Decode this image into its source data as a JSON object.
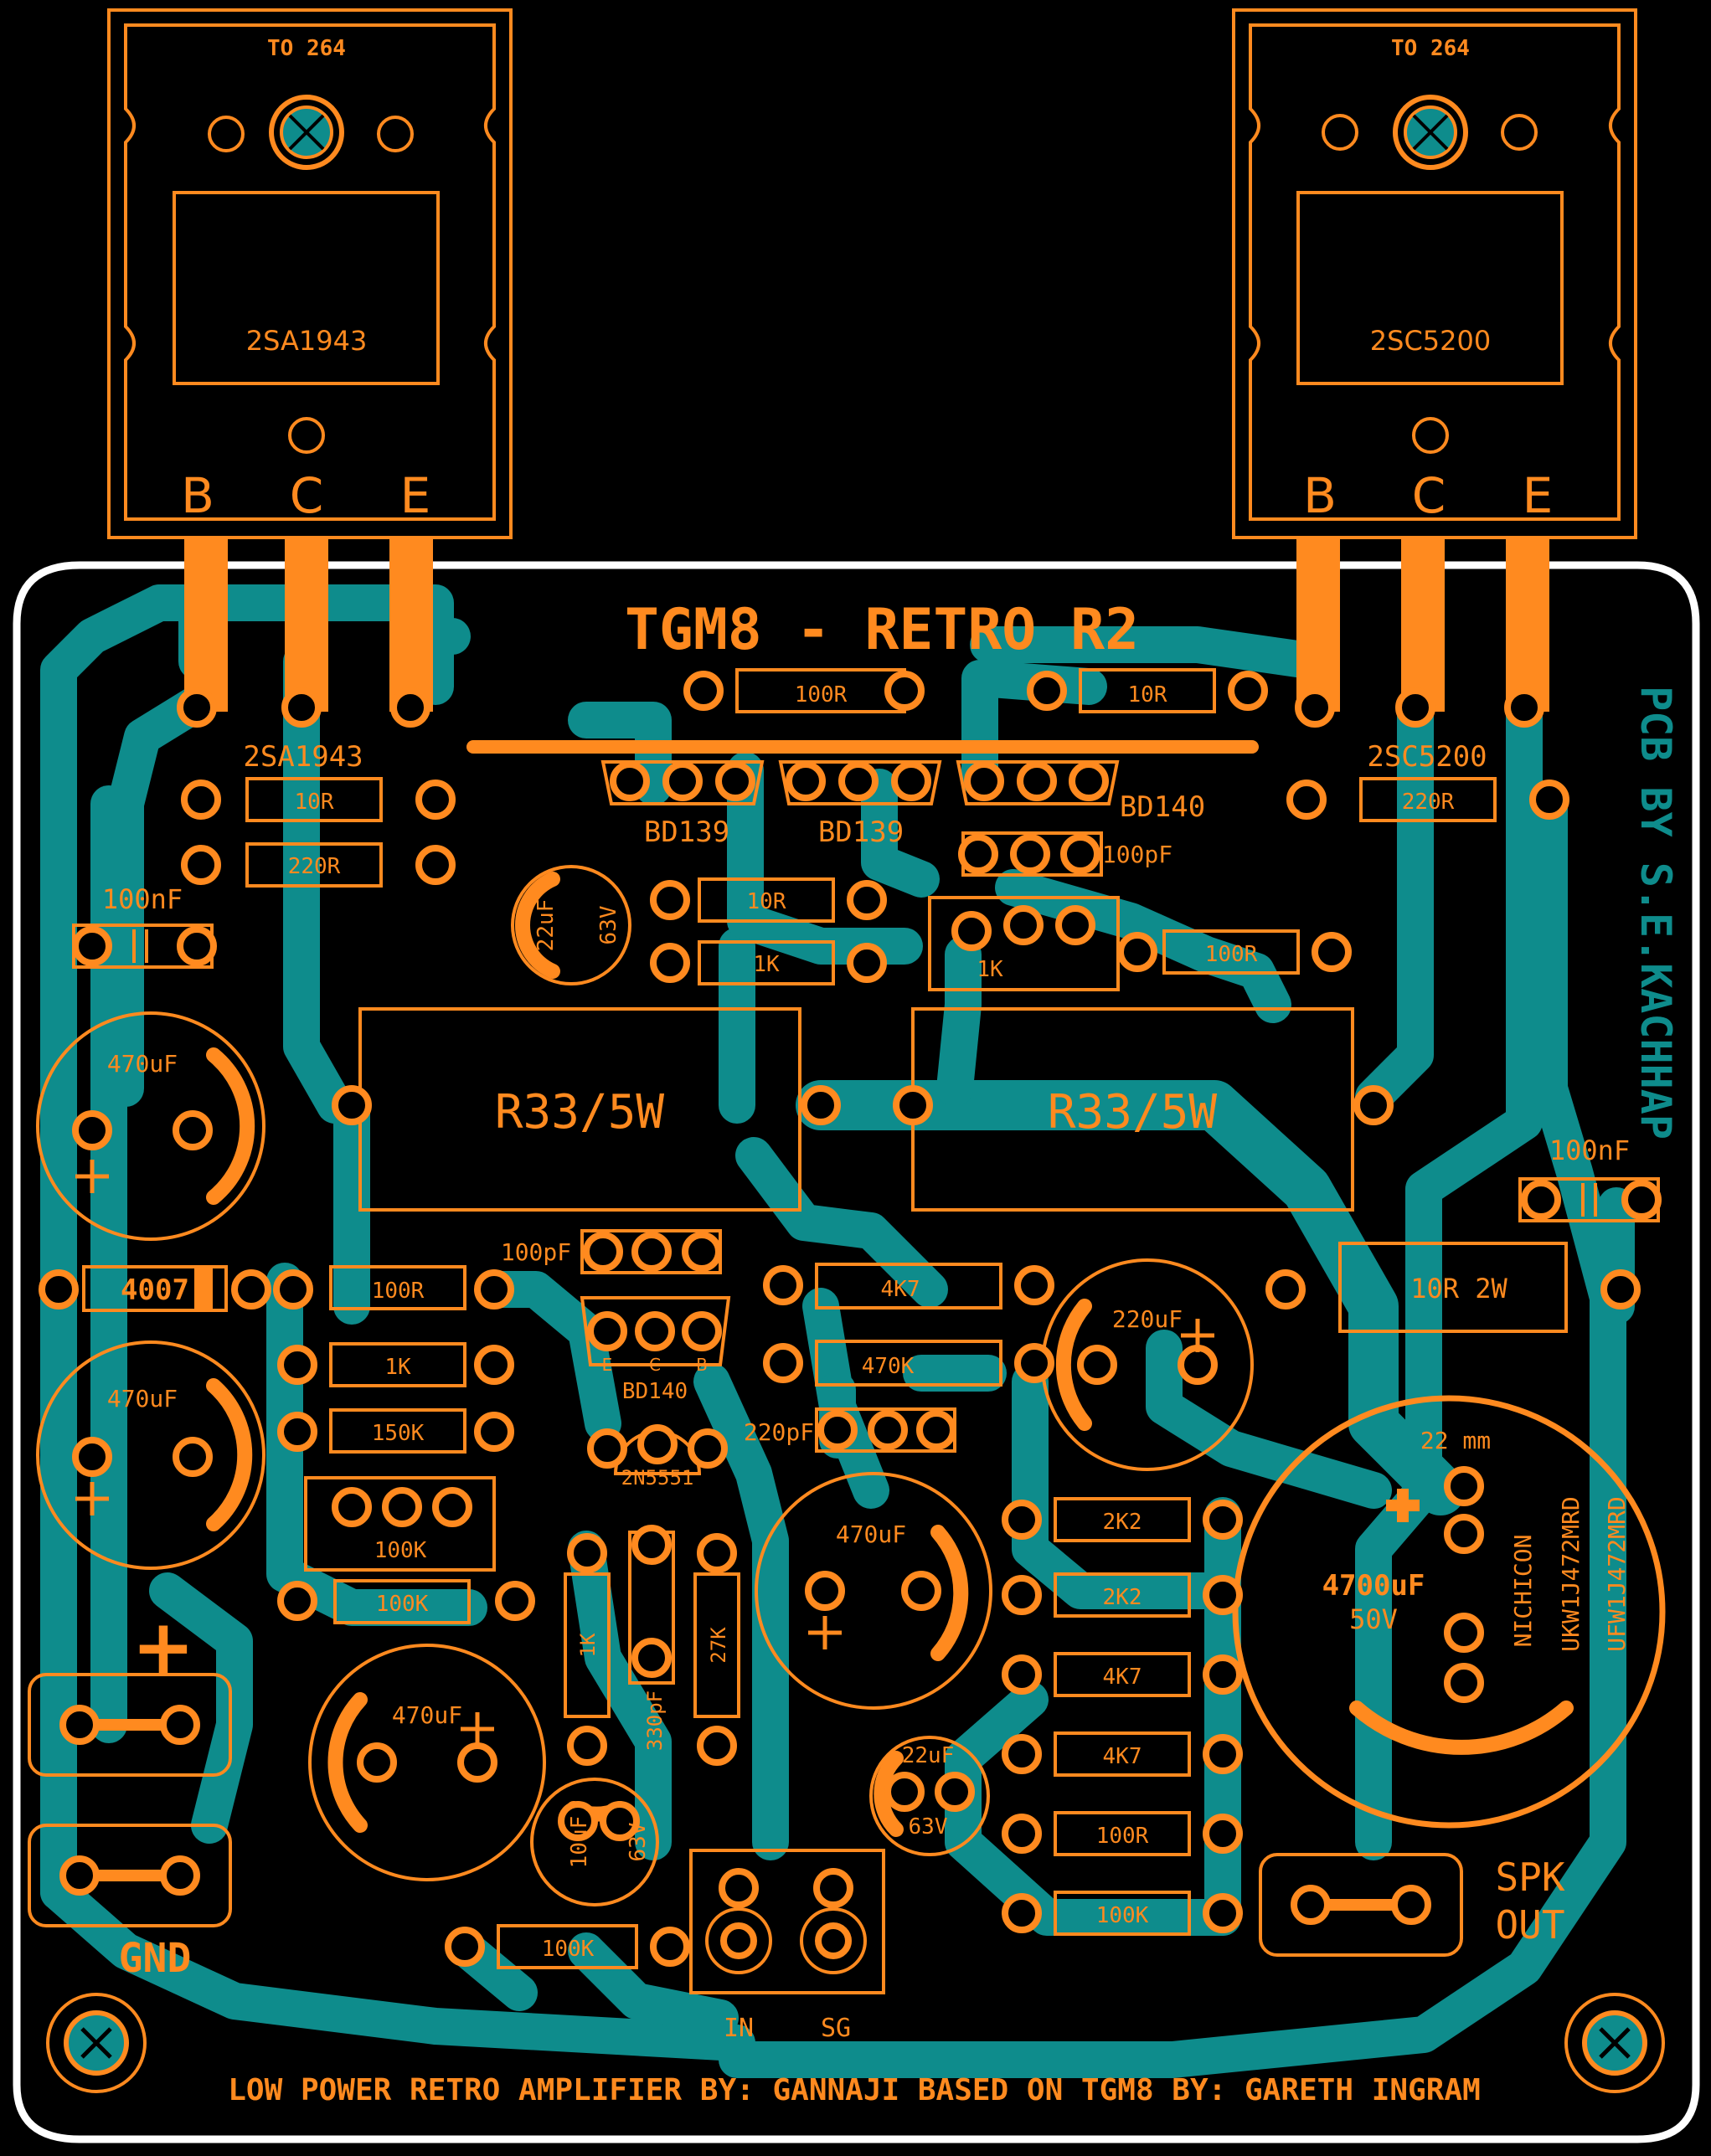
{
  "colors": {
    "background": "#000000",
    "trace": "#0E8C8C",
    "silk": "#FF8A1F",
    "outline": "#FFFFFF"
  },
  "title": "TGM8 - RETRO R2",
  "credit_vertical": "PCB BY S.E.KACHHAP",
  "footer": "LOW POWER RETRO AMPLIFIER BY:  GANNAJI     BASED ON TGM8 BY: GARETH INGRAM",
  "transistors": {
    "left": {
      "package": "TO 264",
      "part": "2SA1943",
      "pins": [
        "B",
        "C",
        "E"
      ]
    },
    "right": {
      "package": "TO 264",
      "part": "2SC5200",
      "pins": [
        "B",
        "C",
        "E"
      ]
    }
  },
  "labels": {
    "r_top_100": "100R",
    "r_top_10": "10R",
    "left_model": "2SA1943",
    "right_model": "2SC5200",
    "r_left_10": "10R",
    "r_left_220": "220R",
    "r_right_220": "220R",
    "bd139_a": "BD139",
    "bd139_b": "BD139",
    "bd140_top": "BD140",
    "c_100pf_top": "100pF",
    "c_100nf_left": "100nF",
    "c_100nf_right": "100nF",
    "c_22uf": "22uF",
    "c_22uf_v": "63V",
    "r_10r_mid": "10R",
    "r_1k_mid": "1K",
    "pot_1k": "1K",
    "r_100r_right": "100R",
    "c_470uf_a": "470uF",
    "c_470uf_b": "470uF",
    "c_470uf_c": "470uF",
    "c_470uf_d": "470uF",
    "rp_left": "R33/5W",
    "rp_right": "R33/5W",
    "diode": "4007",
    "r_100r_row": "100R",
    "r_1k_row": "1K",
    "r_150k": "150K",
    "pot_100k": "100K",
    "r_100k_row": "100K",
    "c_100pf_mid": "100pF",
    "bd140_mid": "BD140",
    "bd140_pins": [
      "E",
      "C",
      "B"
    ],
    "q_2n5551": "2N5551",
    "r_4k7": "4K7",
    "r_470k": "470K",
    "c_220pf": "220pF",
    "c_220uf": "220uF",
    "r_10r_2w": "10R 2W",
    "r_2k2_a": "2K2",
    "r_2k2_b": "2K2",
    "r_4k7_a": "4K7",
    "r_4k7_b": "4K7",
    "r_100r_low": "100R",
    "r_100k_low": "100K",
    "r_1k_vert": "1K",
    "c_330pf": "330pF",
    "r_27k": "27K",
    "c_22uf_b": "22uF",
    "c_22uf_b_v": "63V",
    "c_10uf": "10uF",
    "c_10uf_v": "63V",
    "r_100k_bottom": "100K",
    "big_cap_size": "22 mm",
    "big_cap_value": "4700uF",
    "big_cap_volt": "50V",
    "big_cap_brand": "NICHICON",
    "big_cap_part1": "UKW1J472MRD",
    "big_cap_part2": "UFW1J472MRD",
    "plus": "+",
    "gnd": "GND",
    "spk1": "SPK",
    "spk2": "OUT",
    "in": "IN",
    "sg": "SG"
  }
}
